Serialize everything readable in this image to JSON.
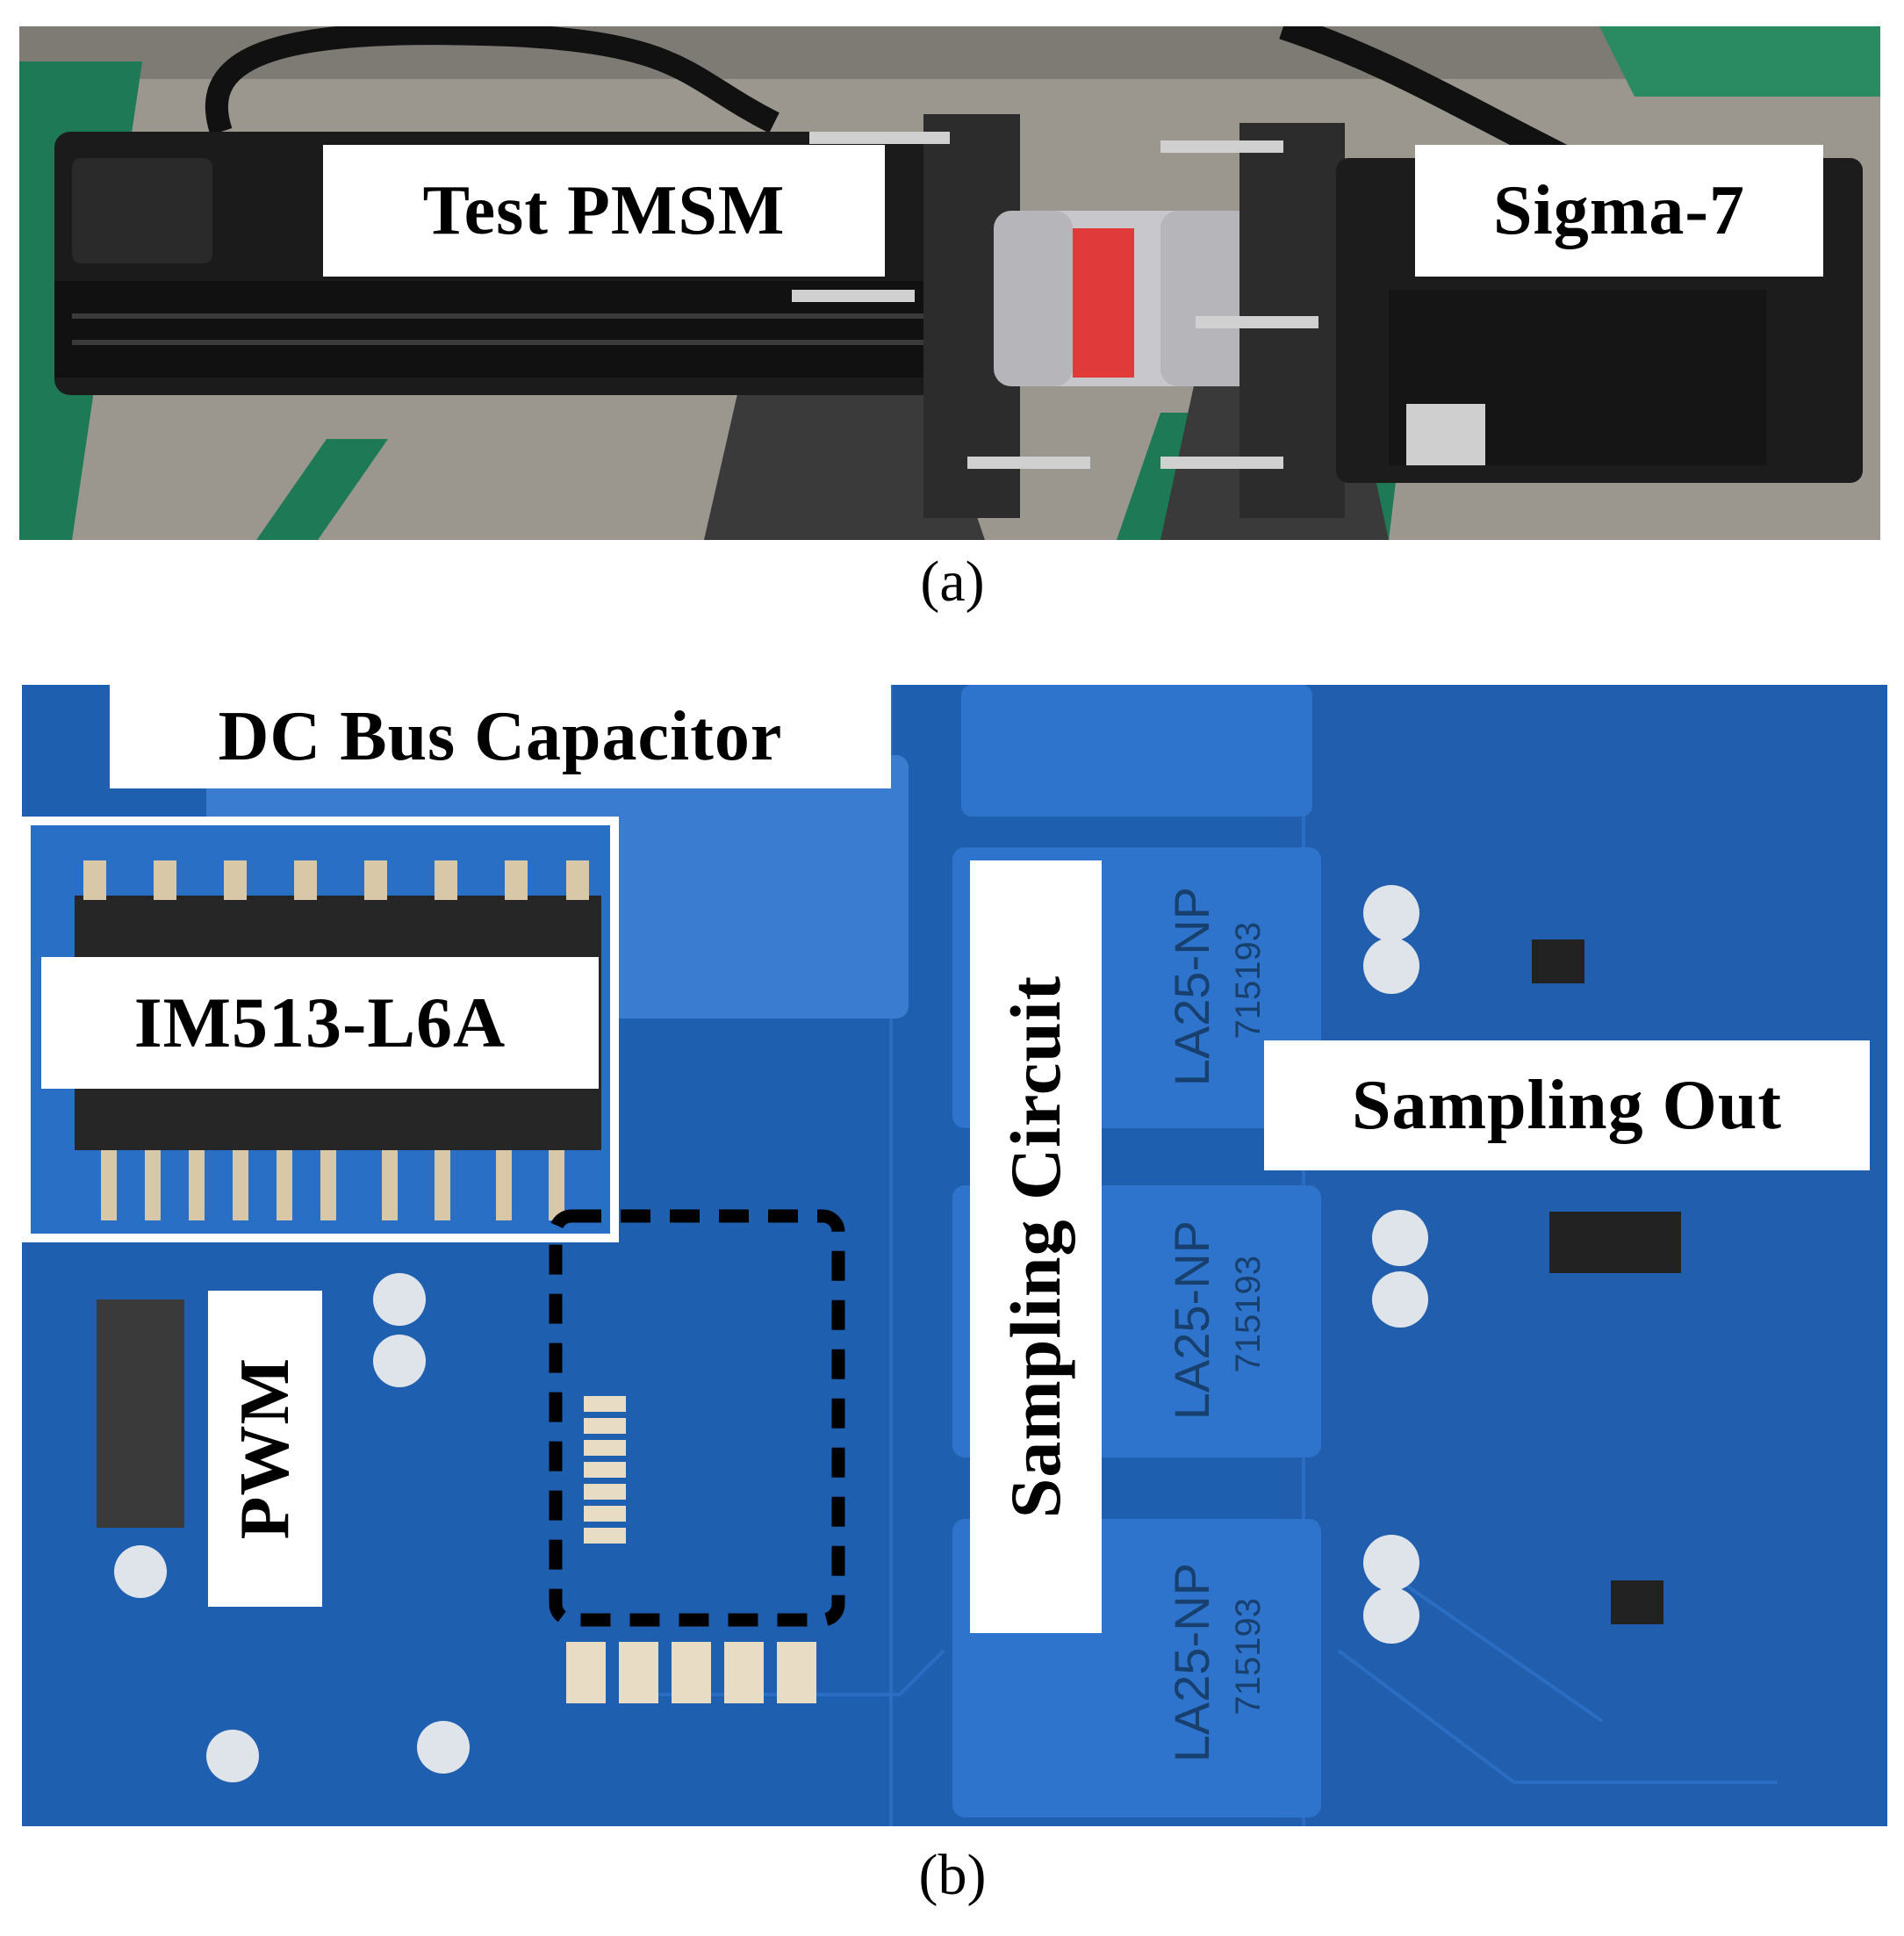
{
  "panel_a": {
    "caption": "(a)",
    "labels": {
      "test_motor": "Test PMSM",
      "load_motor": "Sigma-7"
    }
  },
  "panel_b": {
    "caption": "(b)",
    "labels": {
      "dc_bus": "DC Bus Capacitor",
      "ipm": "IM513-L6A",
      "pwm": "PWM",
      "sampling_circuit": "Sampling Circuit",
      "sampling_out": "Sampling Out"
    },
    "sensor_marking": "LA25-NP",
    "sensor_code": "715193"
  },
  "colors": {
    "pcb_blue": "#1f5fb0",
    "sensor_blue": "#2f74cc",
    "motor_black": "#1a1a1a",
    "table_gray": "#9a9690",
    "green_rail": "#1e7a56",
    "coupling_red": "#e03a3a",
    "dashed_box": "#000000"
  }
}
